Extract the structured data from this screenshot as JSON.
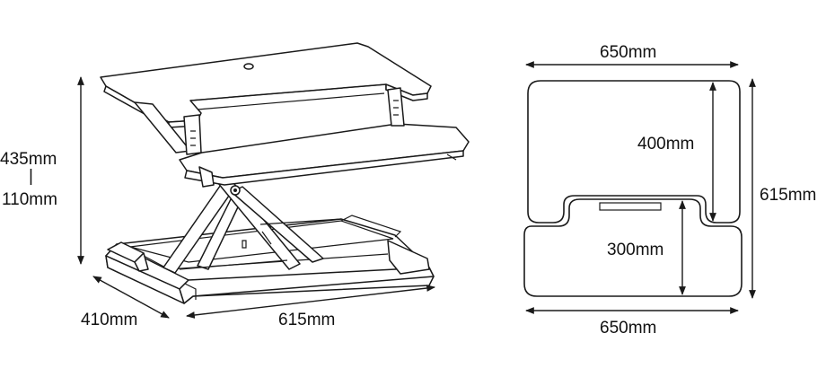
{
  "side_view": {
    "height_max": "435mm",
    "height_sep": "|",
    "height_min": "110mm",
    "depth": "410mm",
    "width": "615mm"
  },
  "top_view": {
    "width_top": "650mm",
    "width_bottom": "650mm",
    "depth_total": "615mm",
    "upper_depth": "400mm",
    "lower_depth": "300mm"
  },
  "colors": {
    "line": "#1a1a1a",
    "background": "#ffffff"
  }
}
